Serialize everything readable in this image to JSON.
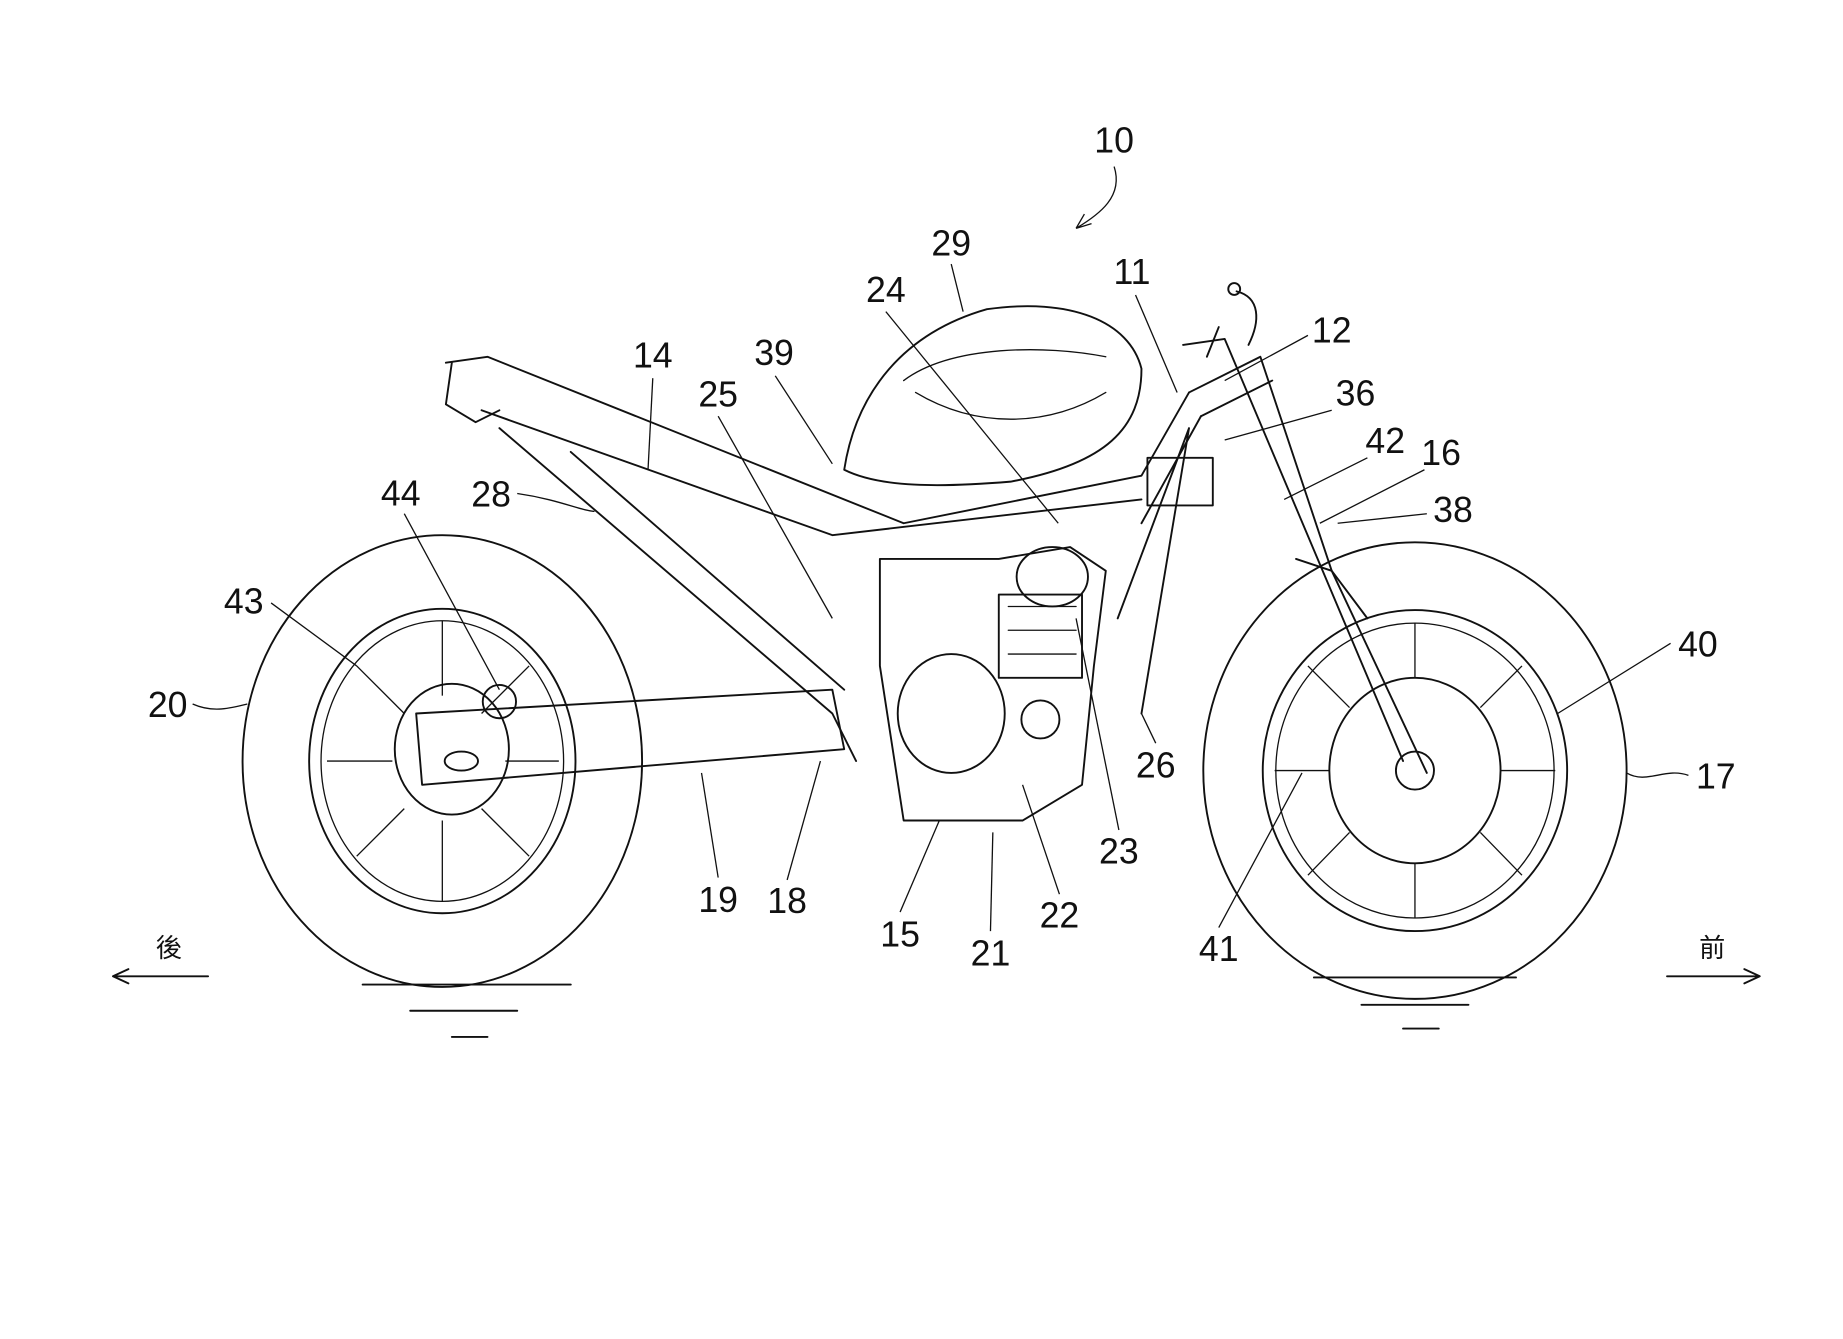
{
  "figure": {
    "reference_numerals": [
      {
        "id": "10",
        "text": "10"
      },
      {
        "id": "29",
        "text": "29"
      },
      {
        "id": "24",
        "text": "24"
      },
      {
        "id": "11",
        "text": "11"
      },
      {
        "id": "12",
        "text": "12"
      },
      {
        "id": "36",
        "text": "36"
      },
      {
        "id": "42",
        "text": "42"
      },
      {
        "id": "16",
        "text": "16"
      },
      {
        "id": "38",
        "text": "38"
      },
      {
        "id": "14",
        "text": "14"
      },
      {
        "id": "39",
        "text": "39"
      },
      {
        "id": "25",
        "text": "25"
      },
      {
        "id": "44",
        "text": "44"
      },
      {
        "id": "28",
        "text": "28"
      },
      {
        "id": "43",
        "text": "43"
      },
      {
        "id": "20",
        "text": "20"
      },
      {
        "id": "40",
        "text": "40"
      },
      {
        "id": "17",
        "text": "17"
      },
      {
        "id": "26",
        "text": "26"
      },
      {
        "id": "23",
        "text": "23"
      },
      {
        "id": "22",
        "text": "22"
      },
      {
        "id": "21",
        "text": "21"
      },
      {
        "id": "15",
        "text": "15"
      },
      {
        "id": "18",
        "text": "18"
      },
      {
        "id": "19",
        "text": "19"
      },
      {
        "id": "41",
        "text": "41"
      }
    ],
    "direction_rear": "後",
    "direction_front": "前"
  }
}
